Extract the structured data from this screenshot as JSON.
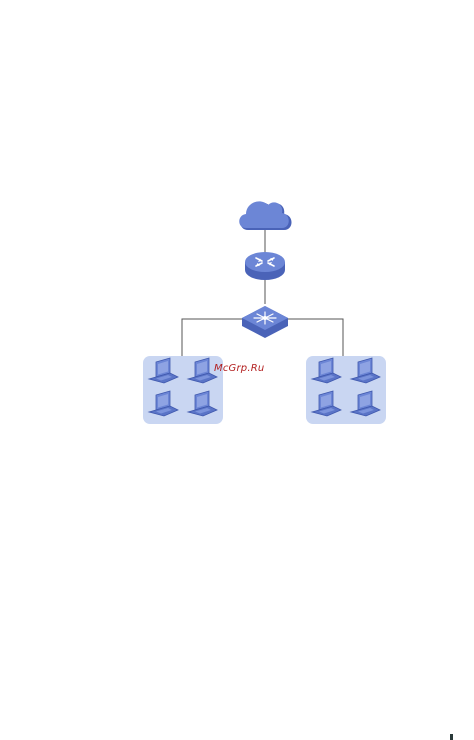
{
  "watermark": {
    "text": "McGrp.Ru"
  },
  "nodes": [
    {
      "name": "cloud-icon",
      "type": "cloud"
    },
    {
      "name": "router-icon",
      "type": "router"
    },
    {
      "name": "switch-icon",
      "type": "switch"
    },
    {
      "name": "client-group-left",
      "type": "client-group",
      "laptop_count": 4
    },
    {
      "name": "client-group-right",
      "type": "client-group",
      "laptop_count": 4
    }
  ],
  "colors": {
    "device_primary": "#6c86d6",
    "device_dark": "#4a63b8",
    "device_light": "#8fa4e2",
    "group_background": "#c9d6f2",
    "line": "#555555",
    "watermark": "#b32020"
  }
}
